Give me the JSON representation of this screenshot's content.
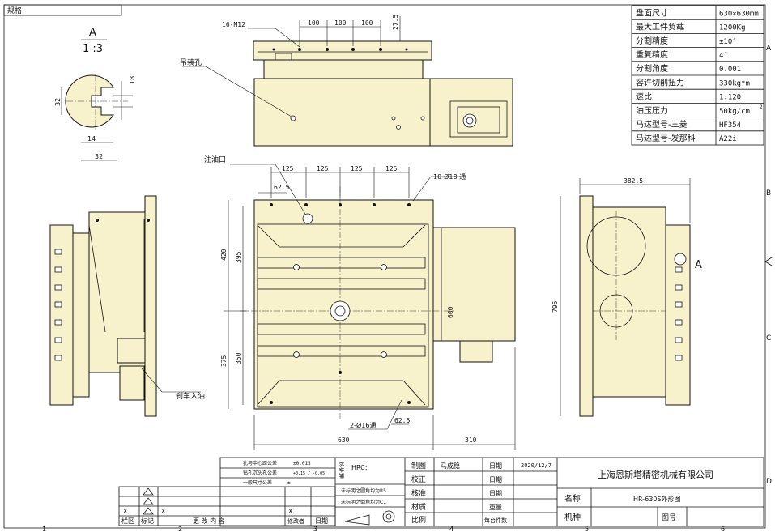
{
  "sheet": {
    "corner_tag": "规格",
    "zone_letters_right": [
      "A",
      "B",
      "C",
      "D"
    ],
    "zone_numbers_bottom": [
      "1",
      "2",
      "3",
      "4",
      "5",
      "6"
    ]
  },
  "specs": {
    "rows": [
      {
        "label": "盘面尺寸",
        "value": "630×630mm"
      },
      {
        "label": "最大工件负载",
        "value": "1200Kg"
      },
      {
        "label": "分割精度",
        "value": "±10″"
      },
      {
        "label": "重复精度",
        "value": "4″"
      },
      {
        "label": "分割角度",
        "value": "0.001"
      },
      {
        "label": "容许切削扭力",
        "value": "330kg*m"
      },
      {
        "label": "速比",
        "value": "1:120"
      },
      {
        "label": "油压压力",
        "value": "50kg/cm"
      },
      {
        "label": "马达型号-三菱",
        "value": "HF354"
      },
      {
        "label": "马达型号-发那科",
        "value": "A22i"
      }
    ],
    "pressure_superscript": "2"
  },
  "detail_view": {
    "letter": "A",
    "scale": "1 :3",
    "dims": {
      "slot_width": "18",
      "height": "32",
      "depth": "14",
      "width": "32"
    }
  },
  "top_view": {
    "hole_callout": "16-M12",
    "lifting_hole": "吊装孔",
    "spacings": [
      "100",
      "100",
      "100"
    ],
    "edge_dim": "27.5"
  },
  "front_view": {
    "oil_inlet": "注油口",
    "spacings": [
      "125",
      "125",
      "125",
      "125"
    ],
    "corner_offset": "62.5",
    "through_holes_top": "10-Ø18 通",
    "through_holes_bottom": "2-Ø16通",
    "bottom_offset": "62.5",
    "dim_420": "420",
    "dim_395": "395",
    "dim_375": "375",
    "dim_350": "350",
    "dim_600": "600",
    "width_630": "630",
    "motor_310": "310",
    "brake_inlet": "刹车入油"
  },
  "side_view": {
    "depth_382": "382.5",
    "height_795": "795",
    "view_marker": "A"
  },
  "title_block": {
    "company": "上海恩斯塔精密机械有限公司",
    "tolerances": [
      {
        "label": "孔与中心距公差",
        "value": "±0.015"
      },
      {
        "label": "钻孔沉头孔公差",
        "value": "+0.15 / -0.05"
      },
      {
        "label": "一般尺寸公差",
        "value": "±"
      }
    ],
    "heat_treatment": "热处理",
    "hrc": "HRC:",
    "notes": [
      "未标明之圆角均为R5",
      "未标明之倒角均为C1"
    ],
    "roles": [
      "制图",
      "校正",
      "核准",
      "材质",
      "比例"
    ],
    "draftsman": "马成稳",
    "date_label": "日期",
    "date_value": "2020/12/7",
    "weight_label": "重量",
    "qty_label": "每台件数",
    "name_label": "名称",
    "drawing_name": "HR-630S外形图",
    "model_label": "机种",
    "number_label": "图号",
    "revision_headers": [
      "栏区",
      "标记",
      "更 改 内 容",
      "修改者",
      "日期"
    ],
    "x_mark": "X"
  }
}
